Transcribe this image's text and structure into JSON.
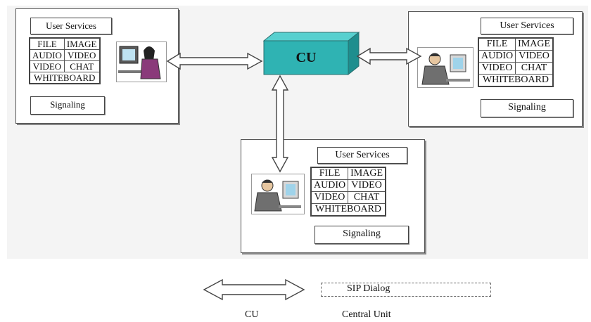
{
  "central_unit": {
    "label": "CU"
  },
  "service_labels": {
    "user_services": "User Services",
    "signaling": "Signaling",
    "services": [
      [
        "FILE",
        "IMAGE"
      ],
      [
        "AUDIO",
        "VIDEO"
      ],
      [
        "VIDEO",
        "CHAT"
      ],
      [
        "WHITEBOARD"
      ]
    ]
  },
  "legend": {
    "box_text": "SIP Dialog",
    "arrow_caption": "CU",
    "box_caption": "Central Unit"
  },
  "colors": {
    "cu_front": "#2fb3b3",
    "cu_top": "#57d0cf",
    "cu_side": "#1e8e8e"
  }
}
